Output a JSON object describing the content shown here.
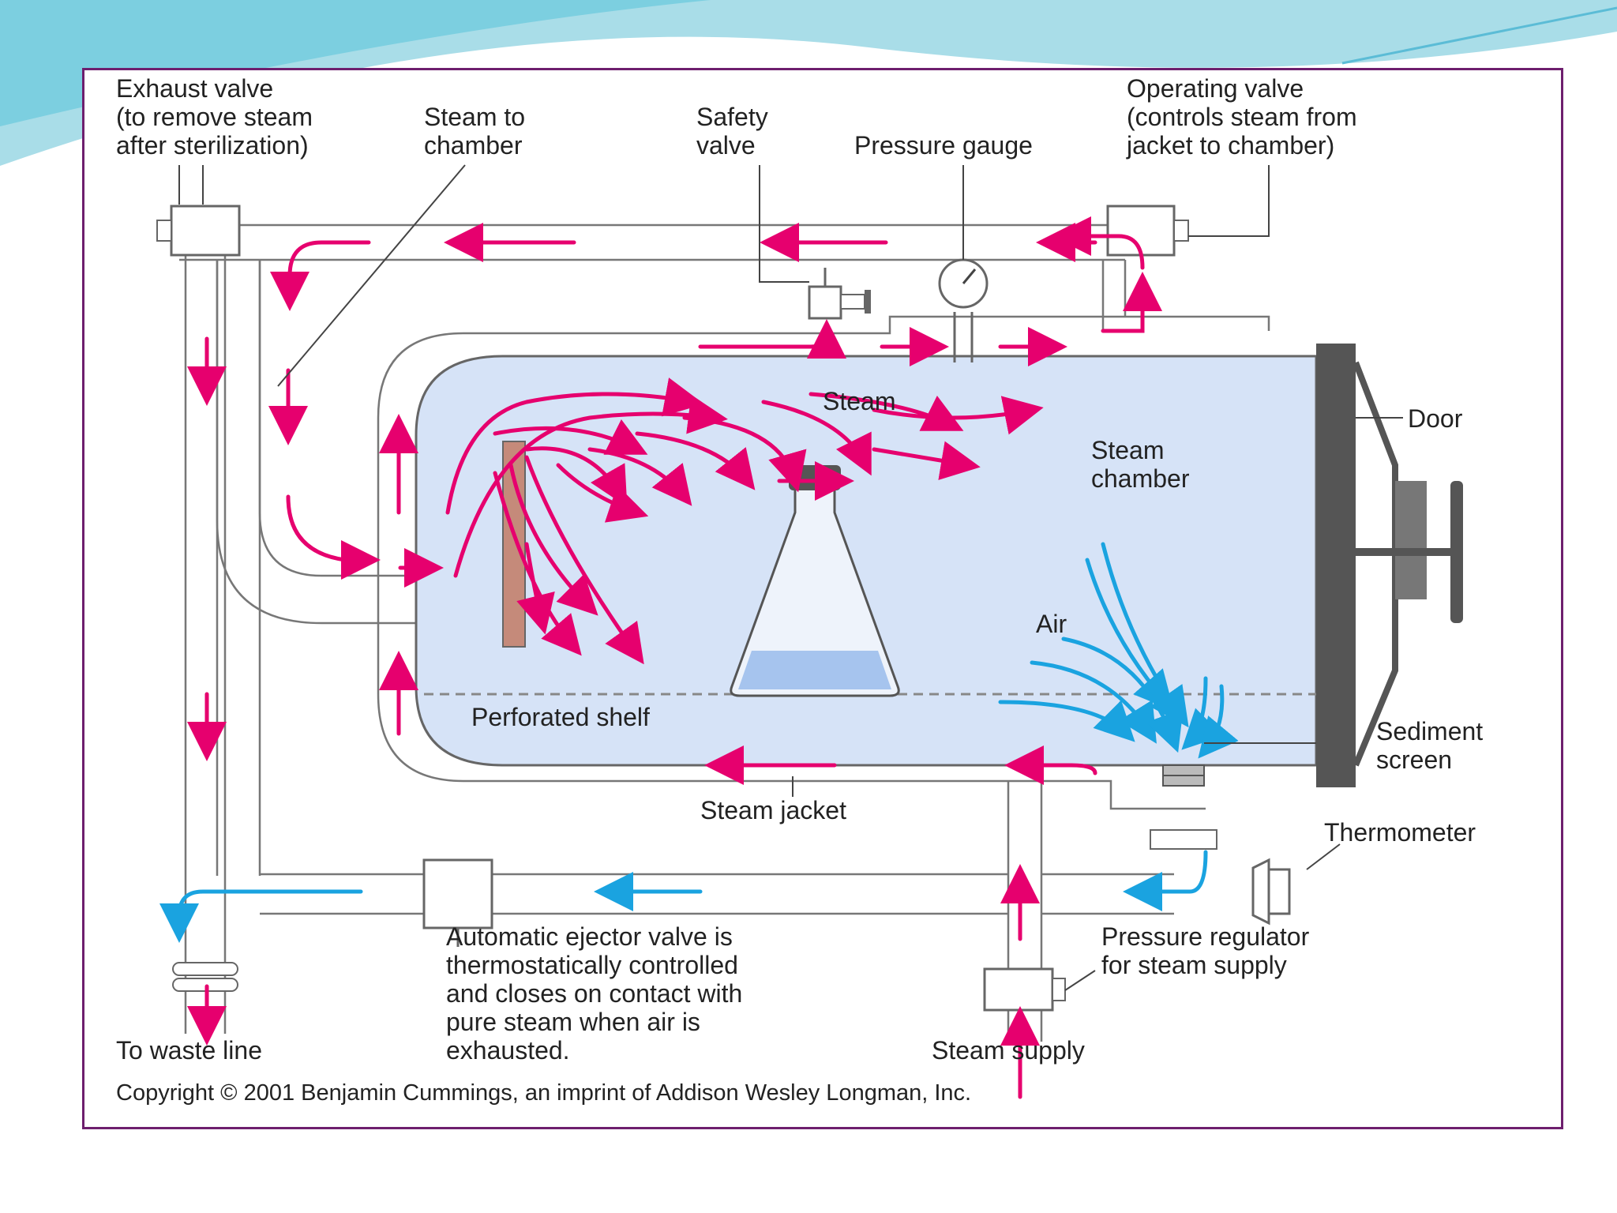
{
  "labels": {
    "exhaust_valve": [
      "Exhaust valve",
      "(to remove steam",
      "after sterilization)"
    ],
    "steam_to_chamber": [
      "Steam to",
      "chamber"
    ],
    "safety_valve": [
      "Safety",
      "valve"
    ],
    "pressure_gauge": "Pressure gauge",
    "operating_valve": [
      "Operating valve",
      "(controls steam from",
      "jacket to chamber)"
    ],
    "steam": "Steam",
    "door": "Door",
    "steam_chamber": [
      "Steam",
      "chamber"
    ],
    "air": "Air",
    "perforated_shelf": "Perforated shelf",
    "sediment_screen": [
      "Sediment",
      "screen"
    ],
    "steam_jacket": "Steam jacket",
    "thermometer": "Thermometer",
    "automatic_ejector": [
      "Automatic ejector valve is",
      "thermostatically controlled",
      "and closes on contact with",
      "pure steam when air is",
      "exhausted."
    ],
    "pressure_regulator": [
      "Pressure regulator",
      "for steam supply"
    ],
    "to_waste_line": "To waste line",
    "steam_supply": "Steam supply"
  },
  "copyright": "Copyright © 2001 Benjamin Cummings, an imprint of Addison Wesley Longman, Inc.",
  "colors": {
    "steam_arrow": "#e6006e",
    "air_arrow": "#1aa3e0",
    "chamber_fill": "#d6e3f7",
    "frame_border": "#6e1f6e",
    "door": "#555555"
  }
}
